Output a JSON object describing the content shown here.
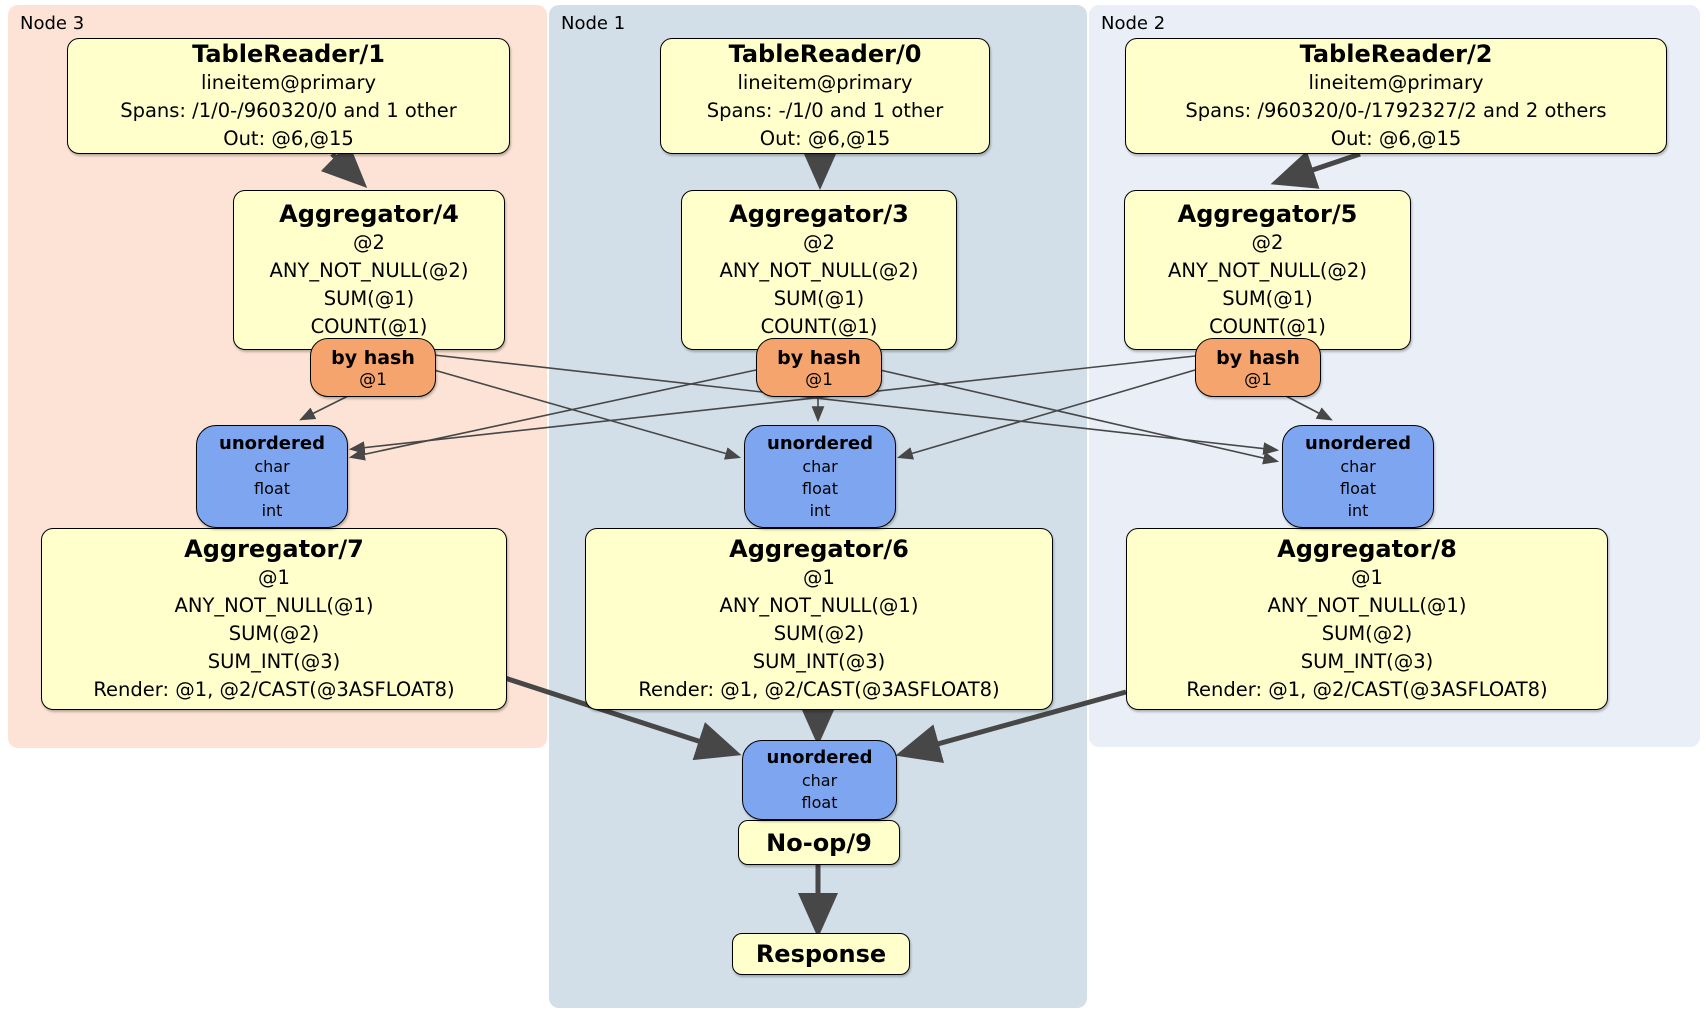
{
  "panels": [
    {
      "id": "node3",
      "label": "Node 3",
      "bg": "#fce3d5"
    },
    {
      "id": "node1",
      "label": "Node 1",
      "bg": "#d2dfe8"
    },
    {
      "id": "node2",
      "label": "Node 2",
      "bg": "#e9eef7"
    }
  ],
  "boxes": {
    "tr1": {
      "title": "TableReader/1",
      "lines": [
        "lineitem@primary",
        "Spans: /1/0-/960320/0 and 1 other",
        "Out: @6,@15"
      ]
    },
    "tr0": {
      "title": "TableReader/0",
      "lines": [
        "lineitem@primary",
        "Spans: -/1/0 and 1 other",
        "Out: @6,@15"
      ]
    },
    "tr2": {
      "title": "TableReader/2",
      "lines": [
        "lineitem@primary",
        "Spans: /960320/0-/1792327/2 and 2 others",
        "Out: @6,@15"
      ]
    },
    "agg4": {
      "title": "Aggregator/4",
      "lines": [
        "@2",
        "ANY_NOT_NULL(@2)",
        "SUM(@1)",
        "COUNT(@1)"
      ]
    },
    "agg3": {
      "title": "Aggregator/3",
      "lines": [
        "@2",
        "ANY_NOT_NULL(@2)",
        "SUM(@1)",
        "COUNT(@1)"
      ]
    },
    "agg5": {
      "title": "Aggregator/5",
      "lines": [
        "@2",
        "ANY_NOT_NULL(@2)",
        "SUM(@1)",
        "COUNT(@1)"
      ]
    },
    "agg7": {
      "title": "Aggregator/7",
      "lines": [
        "@1",
        "ANY_NOT_NULL(@1)",
        "SUM(@2)",
        "SUM_INT(@3)",
        "Render: @1, @2/CAST(@3ASFLOAT8)"
      ]
    },
    "agg6": {
      "title": "Aggregator/6",
      "lines": [
        "@1",
        "ANY_NOT_NULL(@1)",
        "SUM(@2)",
        "SUM_INT(@3)",
        "Render: @1, @2/CAST(@3ASFLOAT8)"
      ]
    },
    "agg8": {
      "title": "Aggregator/8",
      "lines": [
        "@1",
        "ANY_NOT_NULL(@1)",
        "SUM(@2)",
        "SUM_INT(@3)",
        "Render: @1, @2/CAST(@3ASFLOAT8)"
      ]
    },
    "noop9": {
      "title": "No-op/9"
    },
    "response": {
      "title": "Response"
    }
  },
  "routers": {
    "byhash3": {
      "title": "by hash",
      "sub": "@1"
    },
    "byhash1": {
      "title": "by hash",
      "sub": "@1"
    },
    "byhash2": {
      "title": "by hash",
      "sub": "@1"
    }
  },
  "streams": {
    "un3": {
      "title": "unordered",
      "lines": [
        "char",
        "float",
        "int"
      ]
    },
    "un1": {
      "title": "unordered",
      "lines": [
        "char",
        "float",
        "int"
      ]
    },
    "un2": {
      "title": "unordered",
      "lines": [
        "char",
        "float",
        "int"
      ]
    },
    "unfinal": {
      "title": "unordered",
      "lines": [
        "char",
        "float"
      ]
    }
  },
  "colors": {
    "node3_bg": "#fce3d5",
    "node1_bg": "#d2dfe8",
    "node2_bg": "#e9eef7",
    "processor_bg": "#ffffcc",
    "router_bg": "#f5a46d",
    "stream_bg": "#7ea6f0",
    "edge": "#474747"
  }
}
